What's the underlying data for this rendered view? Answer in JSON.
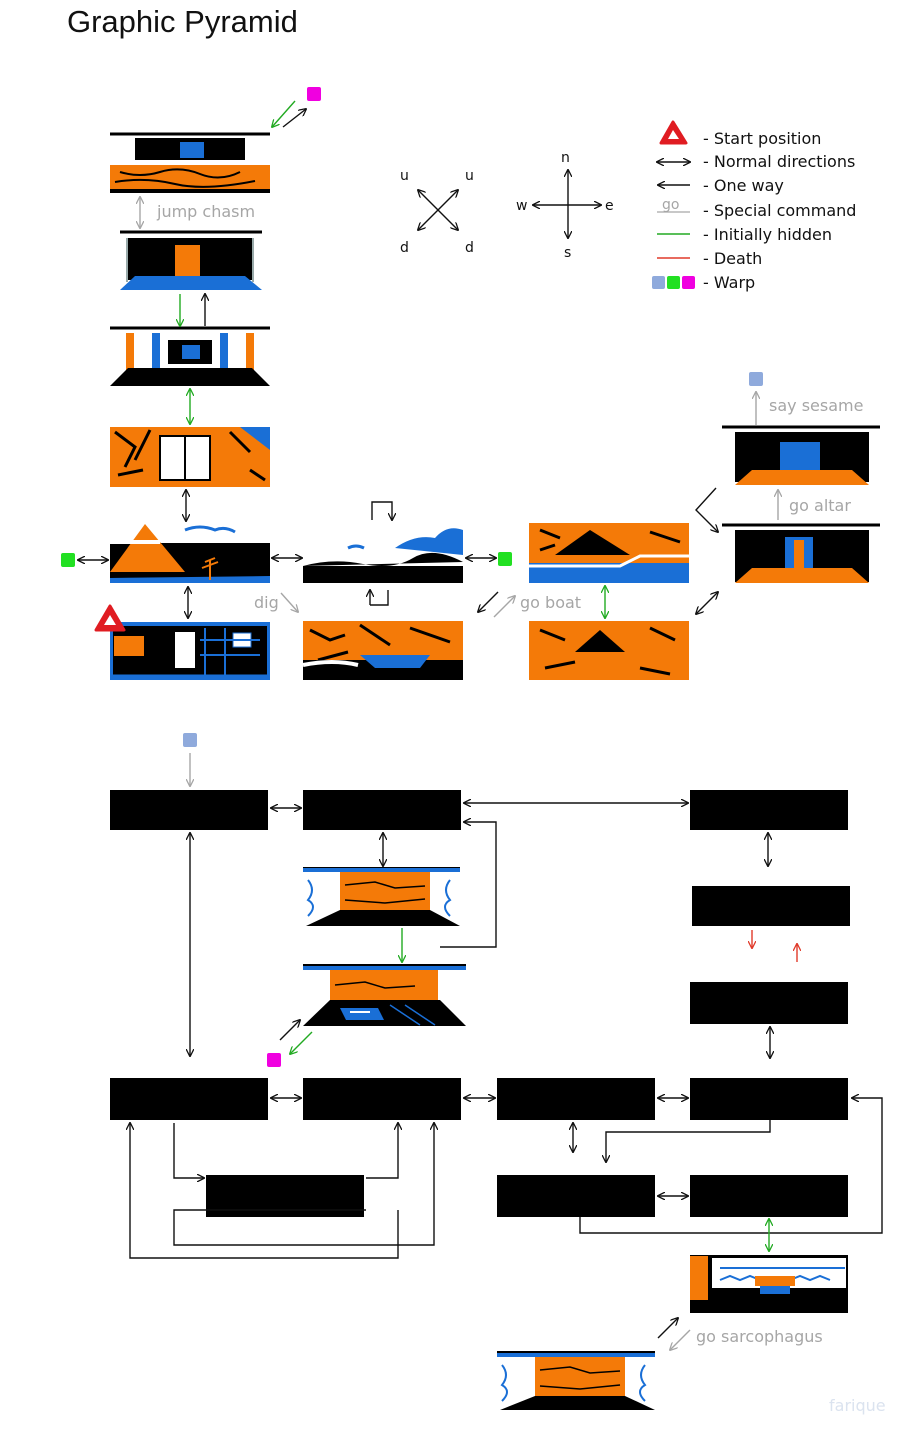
{
  "title": "Graphic Pyramid",
  "compass": {
    "n": "n",
    "s": "s",
    "e": "e",
    "w": "w",
    "u1": "u",
    "u2": "u",
    "d1": "d",
    "d2": "d"
  },
  "legend": {
    "start": "- Start position",
    "normal": "- Normal directions",
    "oneway": "- One way",
    "special": "- Special command",
    "special_sample": "go",
    "hidden": "- Initially hidden",
    "death": "- Death",
    "warp": "- Warp"
  },
  "commands": {
    "jump": "jump chasm",
    "dig": "dig",
    "boat": "go boat",
    "altar": "go altar",
    "sesame": "say sesame",
    "sarcophagus": "go sarcophagus"
  },
  "signature": "farique",
  "colors": {
    "orange": "#f47a08",
    "blue": "#1a6fd6",
    "black": "#000000",
    "green": "#22aa22",
    "red": "#e03a2a",
    "gray": "#a6a6a6",
    "warp_blue": "#8faadc",
    "warp_green": "#22e022",
    "warp_magenta": "#f000e0"
  }
}
